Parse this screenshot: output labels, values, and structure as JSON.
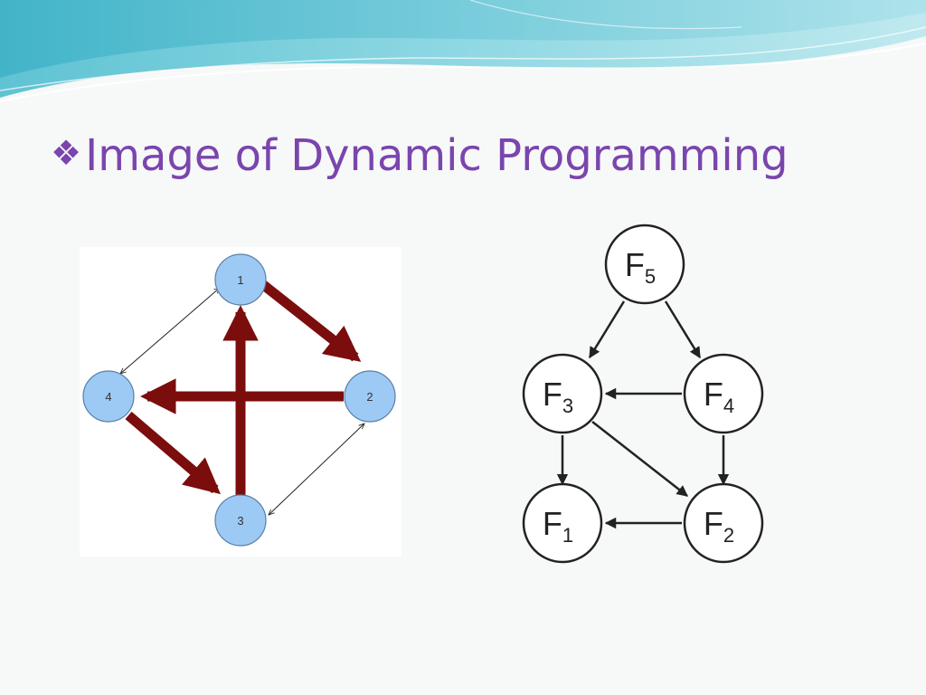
{
  "slide": {
    "bullet_symbol": "❖",
    "title": "Image of Dynamic Programming"
  },
  "colors": {
    "title": "#7a45ad",
    "left_node_fill": "#9dc9f5",
    "left_node_stroke": "#5b7fa6",
    "thick_edge": "#7b0d0d",
    "thin_edge": "#222222",
    "right_node_fill": "#ffffff",
    "right_node_stroke": "#222222"
  },
  "left_graph": {
    "nodes": [
      {
        "id": "1",
        "label": "1"
      },
      {
        "id": "2",
        "label": "2"
      },
      {
        "id": "3",
        "label": "3"
      },
      {
        "id": "4",
        "label": "4"
      }
    ],
    "edges": [
      {
        "from": "1",
        "to": "2",
        "style": "thick"
      },
      {
        "from": "2",
        "to": "4",
        "style": "thick"
      },
      {
        "from": "4",
        "to": "3",
        "style": "thick"
      },
      {
        "from": "3",
        "to": "1",
        "style": "thick"
      },
      {
        "from": "1",
        "to": "4",
        "style": "thin-bidirectional"
      },
      {
        "from": "2",
        "to": "3",
        "style": "thin-bidirectional"
      }
    ]
  },
  "right_graph": {
    "nodes": [
      {
        "id": "F5",
        "label": "F",
        "sub": "5"
      },
      {
        "id": "F3",
        "label": "F",
        "sub": "3"
      },
      {
        "id": "F4",
        "label": "F",
        "sub": "4"
      },
      {
        "id": "F1",
        "label": "F",
        "sub": "1"
      },
      {
        "id": "F2",
        "label": "F",
        "sub": "2"
      }
    ],
    "edges": [
      {
        "from": "F5",
        "to": "F3"
      },
      {
        "from": "F5",
        "to": "F4"
      },
      {
        "from": "F4",
        "to": "F3"
      },
      {
        "from": "F3",
        "to": "F1"
      },
      {
        "from": "F3",
        "to": "F2"
      },
      {
        "from": "F4",
        "to": "F2"
      },
      {
        "from": "F2",
        "to": "F1"
      }
    ]
  }
}
